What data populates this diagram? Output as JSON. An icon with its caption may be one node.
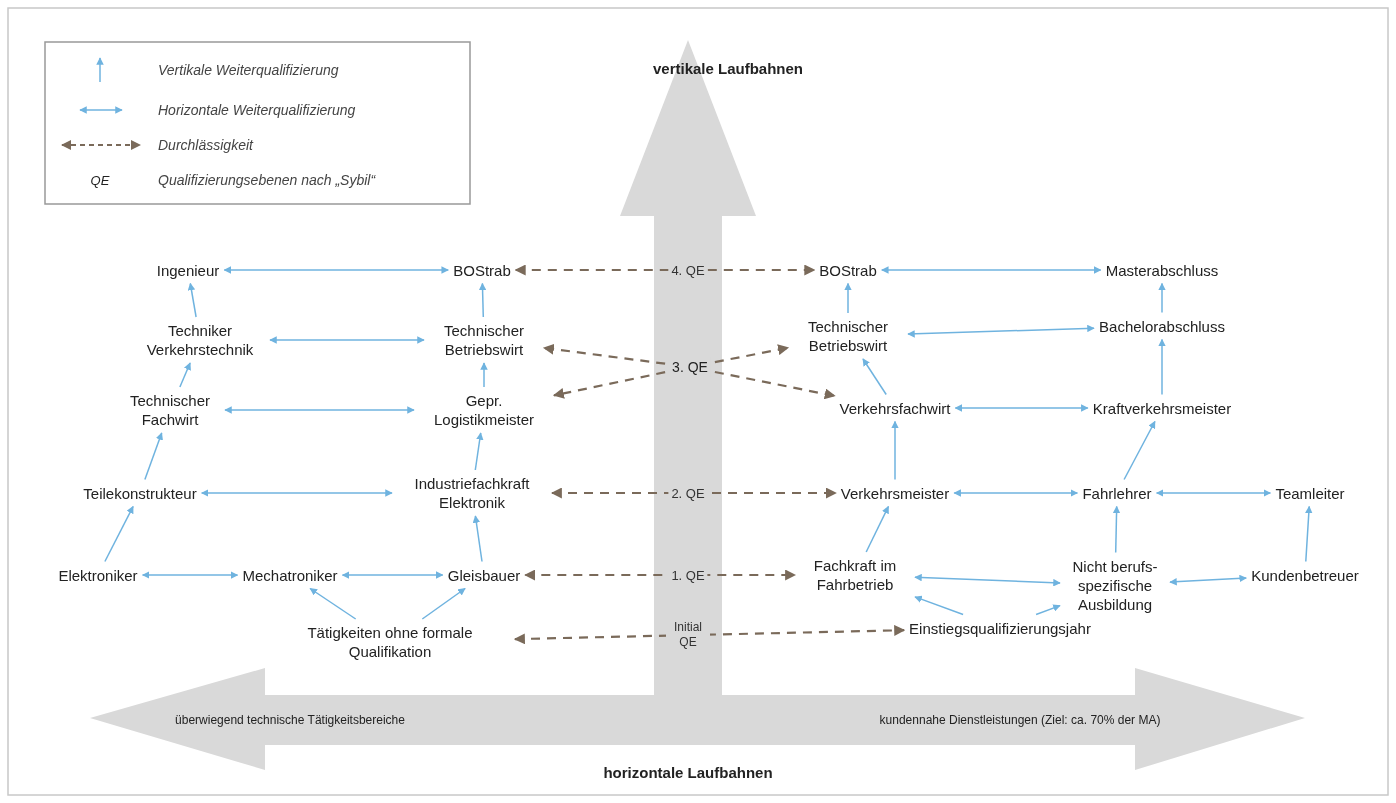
{
  "diagram": {
    "nodes": [
      {
        "text": [
          "Ingenieur"
        ]
      },
      {
        "text": [
          "BOStrab"
        ]
      },
      {
        "text": [
          "BOStrab"
        ]
      },
      {
        "text": [
          "Masterabschluss"
        ]
      },
      {
        "text": [
          "Techniker Verkehrstechnik"
        ]
      },
      {
        "text": [
          "Technischer Betriebswirt"
        ]
      },
      {
        "text": [
          "Technischer Betriebswirt"
        ]
      },
      {
        "text": [
          "Bachelorabschluss"
        ]
      },
      {
        "text": [
          "3. QE"
        ]
      },
      {
        "text": [
          "Technischer Fachwirt"
        ]
      },
      {
        "text": [
          "Gepr. Logistikmeister"
        ]
      },
      {
        "text": [
          "Verkehrsfachwirt"
        ]
      },
      {
        "text": [
          "Kraftverkehrsmeister"
        ]
      },
      {
        "text": [
          "Teilekonstrukteur"
        ]
      },
      {
        "text": [
          "Industriefachkraft Elektronik"
        ]
      },
      {
        "text": [
          "Verkehrsmeister"
        ]
      },
      {
        "text": [
          "Fahrlehrer"
        ]
      },
      {
        "text": [
          "Teamleiter"
        ]
      },
      {
        "text": [
          "Elektroniker"
        ]
      },
      {
        "text": [
          "Mechatroniker"
        ]
      },
      {
        "text": [
          "Gleisbauer"
        ]
      },
      {
        "text": [
          "Fachkraft im Fahrbetrieb"
        ]
      },
      {
        "text": [
          "Nicht berufs- spezifische Ausbildung"
        ]
      },
      {
        "text": [
          "Kundenbetreuer"
        ]
      },
      {
        "text": [
          "Tätigkeiten ohne formale Qualifikation"
        ]
      },
      {
        "text": [
          "Einstiegsqualifizierungsjahr"
        ]
      }
    ],
    "edges": [
      {
        "from": 4,
        "to": 0,
        "arrow": "to"
      },
      {
        "from": 9,
        "to": 4,
        "arrow": "to"
      },
      {
        "from": 13,
        "to": 9,
        "arrow": "to"
      },
      {
        "from": 18,
        "to": 13,
        "arrow": "to"
      },
      {
        "from": 5,
        "to": 1,
        "arrow": "to"
      },
      {
        "from": 10,
        "to": 5,
        "arrow": "to"
      },
      {
        "from": 14,
        "to": 10,
        "arrow": "to"
      },
      {
        "from": 20,
        "to": 14,
        "arrow": "to"
      },
      {
        "from": 6,
        "to": 2,
        "arrow": "to"
      },
      {
        "from": 11,
        "to": 6,
        "arrow": "to"
      },
      {
        "from": 15,
        "to": 11,
        "arrow": "to"
      },
      {
        "from": 21,
        "to": 15,
        "arrow": "to"
      },
      {
        "from": 25,
        "to": 21,
        "arrow": "to"
      },
      {
        "from": 7,
        "to": 3,
        "arrow": "to"
      },
      {
        "from": 12,
        "to": 7,
        "arrow": "to"
      },
      {
        "from": 16,
        "to": 12,
        "arrow": "to"
      },
      {
        "from": 22,
        "to": 16,
        "arrow": "to"
      },
      {
        "from": 23,
        "to": 17,
        "arrow": "to"
      },
      {
        "from": 25,
        "to": 22,
        "arrow": "to"
      },
      {
        "from": 24,
        "to": 19,
        "arrow": "to"
      },
      {
        "from": 24,
        "to": 20,
        "arrow": "to"
      },
      {
        "from": 0,
        "to": 1,
        "arrow": "both"
      },
      {
        "from": 4,
        "to": 5,
        "arrow": "both"
      },
      {
        "from": 9,
        "to": 10,
        "arrow": "both"
      },
      {
        "from": 13,
        "to": 14,
        "arrow": "both"
      },
      {
        "from": 18,
        "to": 19,
        "arrow": "both"
      },
      {
        "from": 19,
        "to": 20,
        "arrow": "both"
      },
      {
        "from": 2,
        "to": 3,
        "arrow": "both"
      },
      {
        "from": 6,
        "to": 7,
        "arrow": "both"
      },
      {
        "from": 11,
        "to": 12,
        "arrow": "both"
      },
      {
        "from": 15,
        "to": 16,
        "arrow": "both"
      },
      {
        "from": 16,
        "to": 17,
        "arrow": "both"
      },
      {
        "from": 21,
        "to": 22,
        "arrow": "both"
      },
      {
        "from": 22,
        "to": 23,
        "arrow": "both"
      },
      {
        "from": 1,
        "to": 2,
        "arrow": "both",
        "label": "4. QE",
        "style": "dashed",
        "color": "#7a6a5a"
      },
      {
        "from": 8,
        "to": 5,
        "arrow": "to",
        "style": "dashed",
        "color": "#7a6a5a"
      },
      {
        "from": 8,
        "to": 10,
        "arrow": "to",
        "style": "dashed",
        "color": "#7a6a5a"
      },
      {
        "from": 8,
        "to": 6,
        "arrow": "to",
        "style": "dashed",
        "color": "#7a6a5a"
      },
      {
        "from": 8,
        "to": 11,
        "arrow": "to",
        "style": "dashed",
        "color": "#7a6a5a"
      },
      {
        "from": 14,
        "to": 15,
        "arrow": "both",
        "label": "2. QE",
        "style": "dashed",
        "color": "#7a6a5a"
      },
      {
        "from": 20,
        "to": 21,
        "arrow": "both",
        "label": "1. QE",
        "style": "dashed",
        "color": "#7a6a5a"
      },
      {
        "from": 24,
        "to": 25,
        "arrow": "both",
        "label": "Initial QE",
        "style": "dashed",
        "color": "#7a6a5a"
      }
    ],
    "labels": [
      "QE",
      "vertikale Laufbahnen",
      "überwiegend technische Tätigkeitsbereiche",
      "kundennahe Dienstleistungen (Ziel: ca. 70% der MA)",
      "horizontale Laufbahnen"
    ],
    "legend": [
      {
        "text": "Vertikale Weiterqualifizierung"
      },
      {
        "text": "Horizontale Weiterqualifizierung"
      },
      {
        "text": "Durchlässigkeit"
      },
      {
        "text": "Qualifizierungsebenen nach „Sybil“"
      }
    ]
  }
}
